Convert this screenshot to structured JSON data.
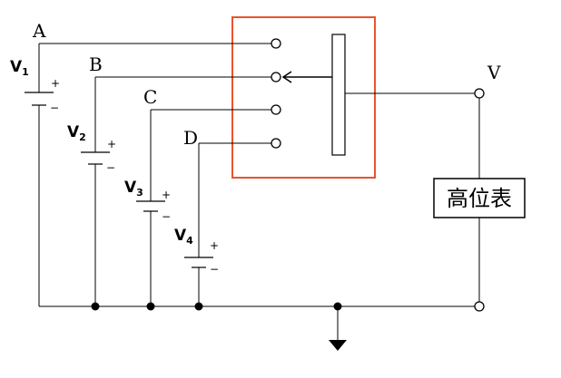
{
  "nodes": {
    "A": "A",
    "B": "B",
    "C": "C",
    "D": "D",
    "V": "V"
  },
  "batteries": [
    {
      "name": "V",
      "sub": "1",
      "plus": "+",
      "minus": "−"
    },
    {
      "name": "V",
      "sub": "2",
      "plus": "+",
      "minus": "−"
    },
    {
      "name": "V",
      "sub": "3",
      "plus": "+",
      "minus": "−"
    },
    {
      "name": "V",
      "sub": "4",
      "plus": "+",
      "minus": "−"
    }
  ],
  "meter": {
    "label": "高位表"
  },
  "colors": {
    "wire": "#000000",
    "selector_box": "#e8542c",
    "background": "#ffffff"
  }
}
